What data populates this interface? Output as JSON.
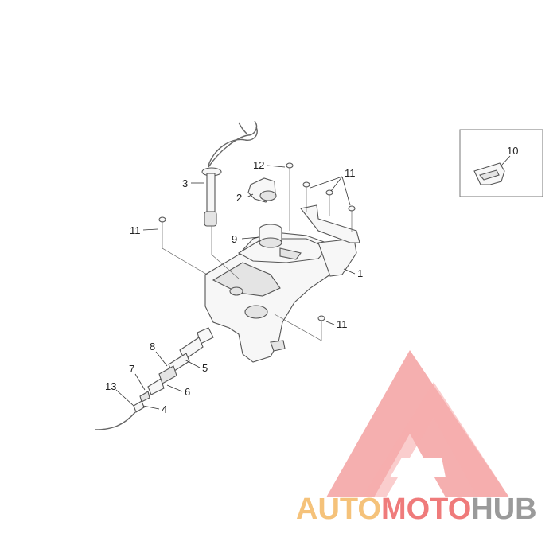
{
  "callouts": {
    "c1": "1",
    "c2": "2",
    "c3": "3",
    "c4": "4",
    "c5": "5",
    "c6": "6",
    "c7": "7",
    "c8": "8",
    "c9": "9",
    "c10": "10",
    "c11a": "11",
    "c11b": "11",
    "c11c": "11",
    "c12": "12",
    "c13": "13"
  },
  "watermark": {
    "part1": "AUTO",
    "part2": "MOTO",
    "part3": "HUB",
    "color_auto": "#f5c27a",
    "color_moto": "#ef7b7b",
    "color_hub": "#9a9a9a",
    "logo_color": "#f08a8a"
  }
}
